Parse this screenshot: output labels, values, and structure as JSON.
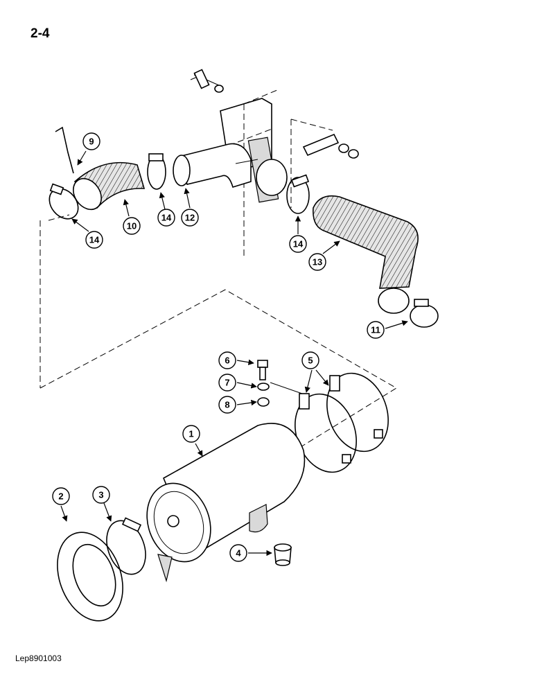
{
  "page_number": "2-4",
  "figure_ref": "Lep8901003",
  "callouts": {
    "c1": "1",
    "c2": "2",
    "c3": "3",
    "c4": "4",
    "c5": "5",
    "c6": "6",
    "c7": "7",
    "c8": "8",
    "c9": "9",
    "c10": "10",
    "c11": "11",
    "c12": "12",
    "c13": "13",
    "c14a": "14",
    "c14b": "14",
    "c14c": "14"
  }
}
